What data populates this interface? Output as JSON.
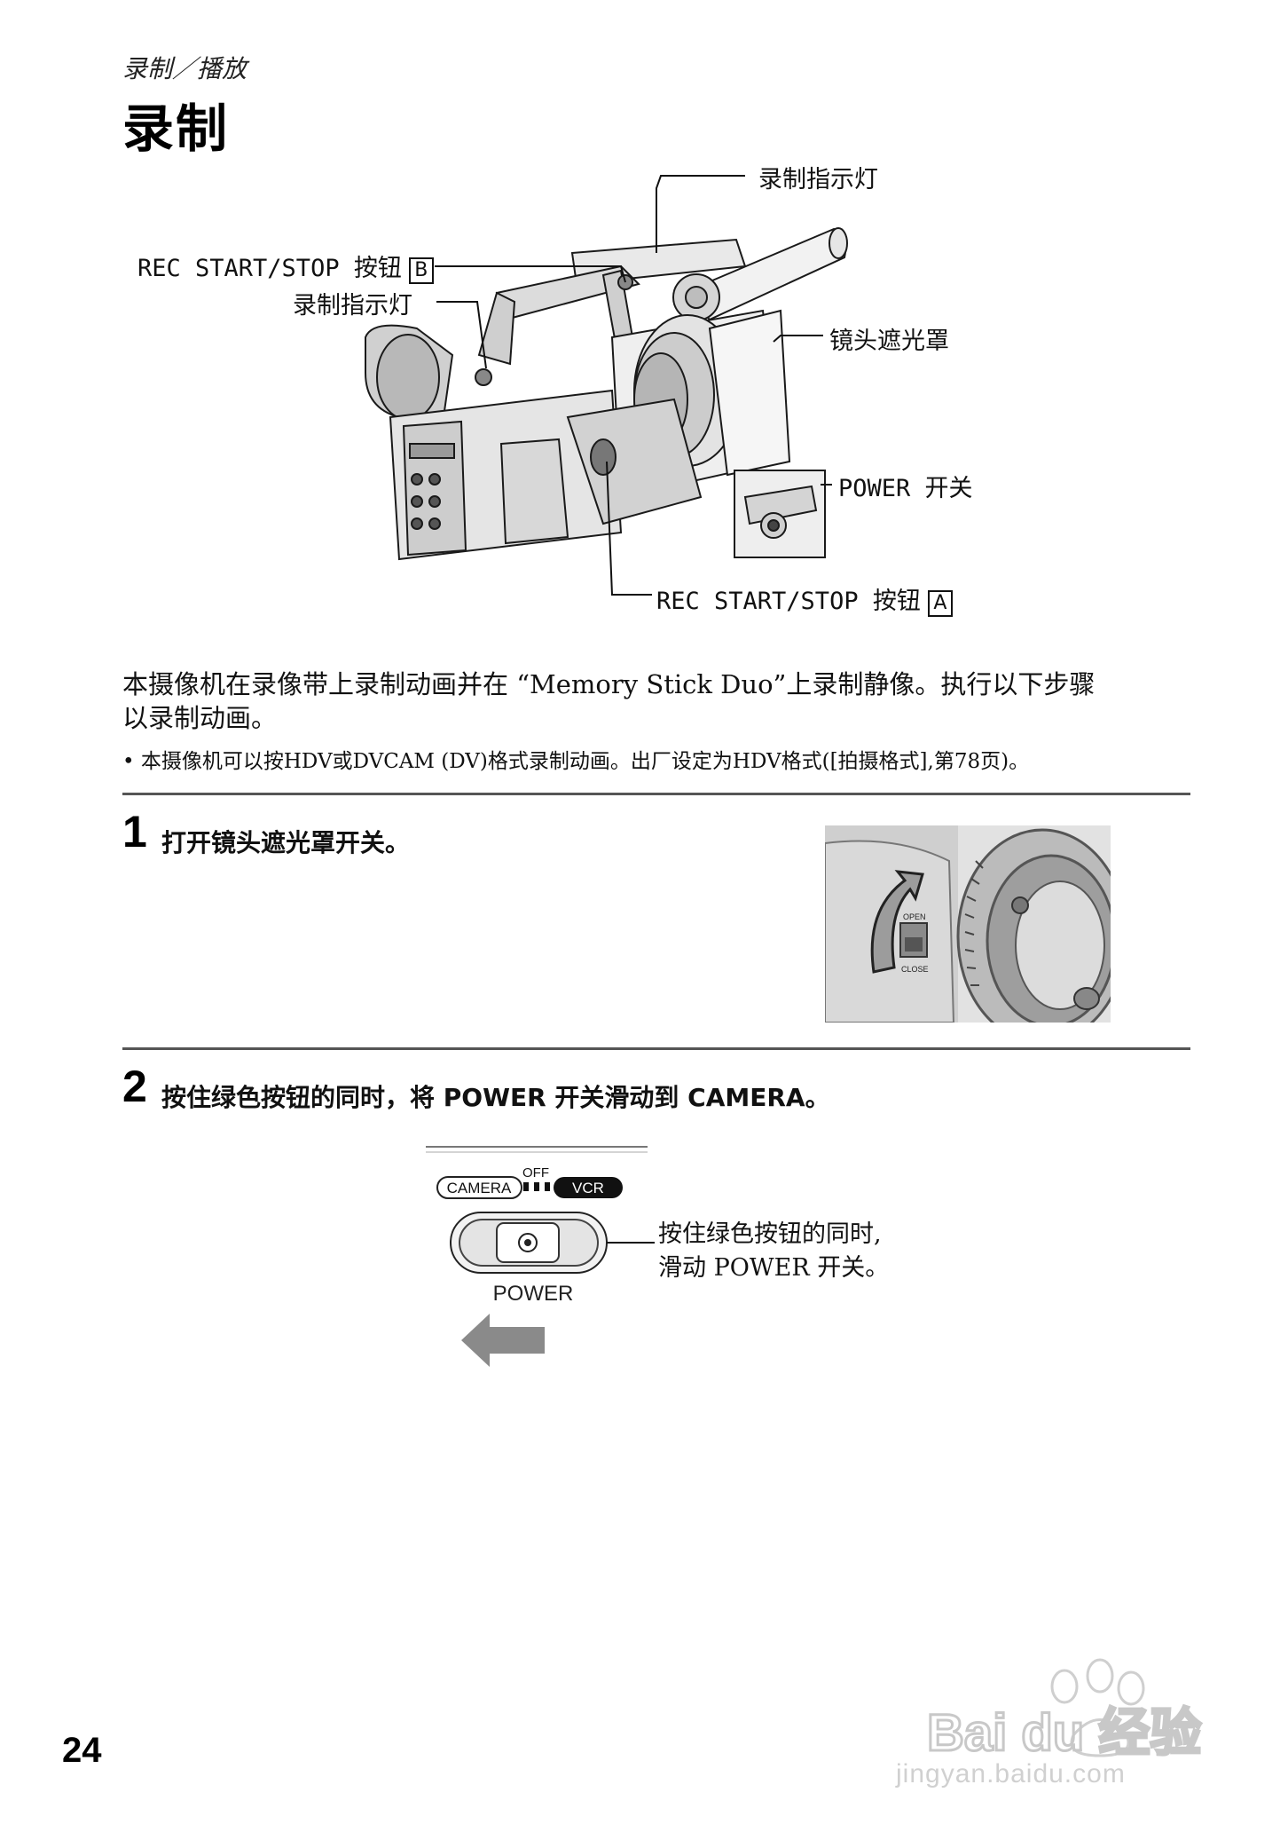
{
  "breadcrumb": "录制／播放",
  "title": "录制",
  "callouts": {
    "rec_lamp_top": "录制指示灯",
    "rec_start_b": "REC START/STOP 按钮",
    "rec_start_b_letter": "B",
    "rec_lamp_left": "录制指示灯",
    "lens_cover": "镜头遮光罩",
    "power_switch": "POWER 开关",
    "rec_start_a": "REC START/STOP 按钮",
    "rec_start_a_letter": "A"
  },
  "intro": {
    "line1": "本摄像机在录像带上录制动画并在 “Memory Stick Duo”上录制静像。执行以下步骤",
    "line2": "以录制动画。"
  },
  "bullet": "• 本摄像机可以按HDV或DVCAM (DV)格式录制动画。出厂设定为HDV格式([拍摄格式],第78页)。",
  "steps": [
    {
      "number": "1",
      "text": "打开镜头遮光罩开关。"
    },
    {
      "number": "2",
      "text": "按住绿色按钮的同时，将 POWER 开关滑动到 CAMERA。"
    }
  ],
  "lens_figure": {
    "open_label": "OPEN",
    "close_label": "CLOSE"
  },
  "power_figure": {
    "camera_label": "CAMERA",
    "off_label": "OFF",
    "vcr_label": "VCR",
    "power_label": "POWER",
    "note_line1": "按住绿色按钮的同时,",
    "note_line2": "滑动 POWER 开关。"
  },
  "page_number": "24",
  "watermark": {
    "brand": "Bai du 经验",
    "url": "jingyan.baidu.com"
  }
}
